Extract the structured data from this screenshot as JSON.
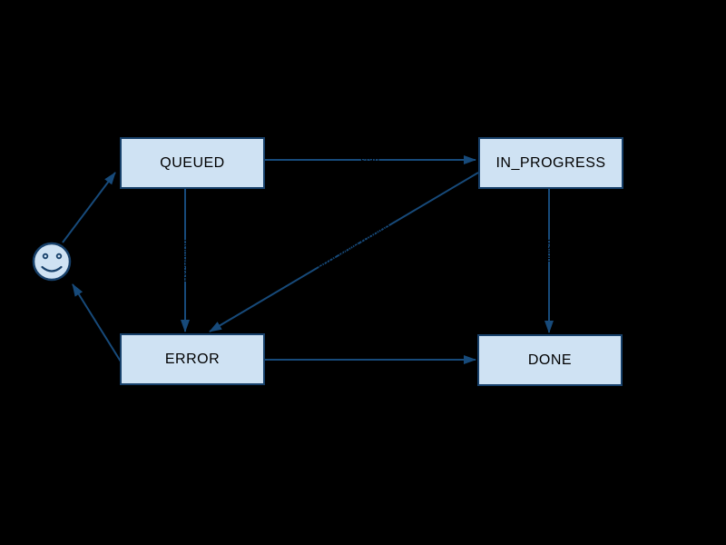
{
  "colors": {
    "background": "#000000",
    "node_fill": "#cfe2f3",
    "node_border": "#17406a",
    "edge": "#174a7a",
    "node_text": "#000000",
    "edge_label_text": "#000000"
  },
  "nodes": {
    "start": {
      "shape": "smiley-face",
      "label": ""
    },
    "queued": {
      "label": "QUEUED"
    },
    "in_progress": {
      "label": "IN_PROGRESS"
    },
    "error": {
      "label": "ERROR"
    },
    "done": {
      "label": "DONE"
    }
  },
  "edges": {
    "start_to_queued": {
      "from": "start",
      "to": "QUEUED",
      "label": ""
    },
    "queued_to_in_progress": {
      "from": "QUEUED",
      "to": "IN_PROGRESS",
      "label": "start"
    },
    "queued_to_error": {
      "from": "QUEUED",
      "to": "ERROR",
      "label": "exception"
    },
    "in_progress_to_error": {
      "from": "IN_PROGRESS",
      "to": "ERROR",
      "label": "error while running"
    },
    "in_progress_to_done": {
      "from": "IN_PROGRESS",
      "to": "DONE",
      "label": "finish"
    },
    "error_to_done": {
      "from": "ERROR",
      "to": "DONE",
      "label": ""
    },
    "error_to_start": {
      "from": "ERROR",
      "to": "start",
      "label": ""
    }
  }
}
